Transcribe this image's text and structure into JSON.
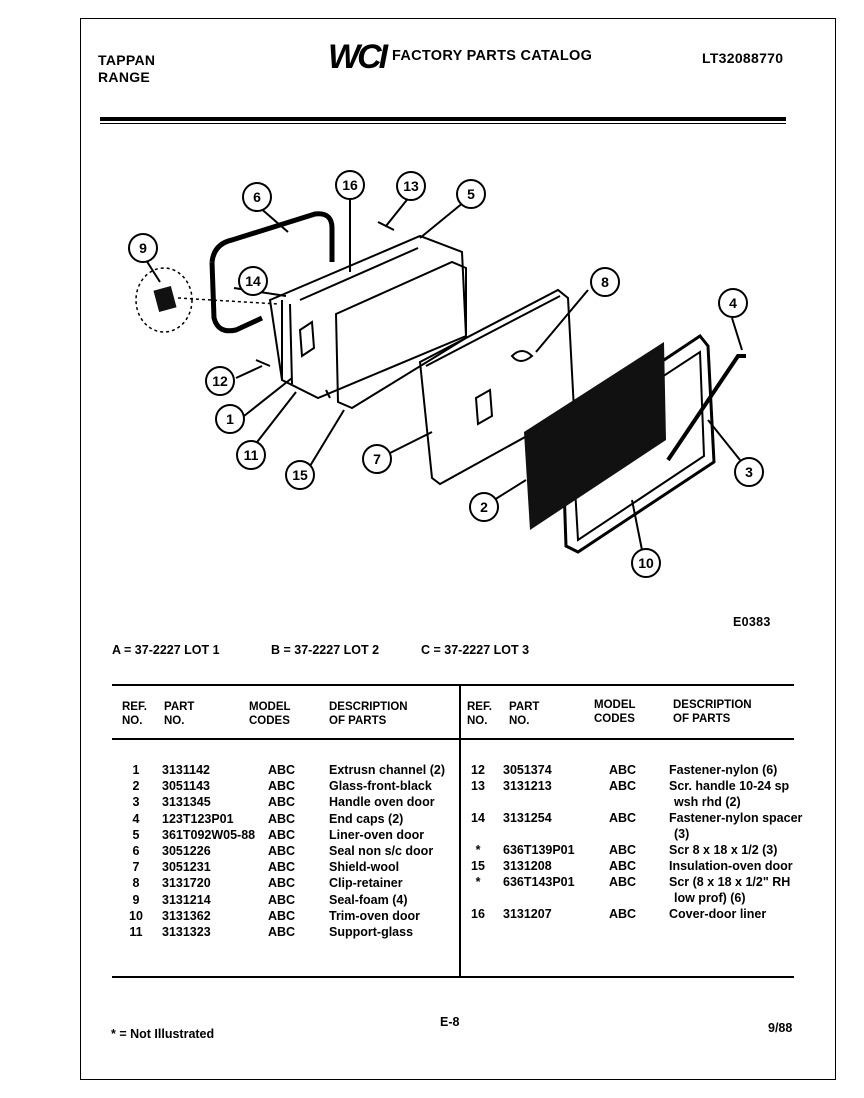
{
  "header": {
    "brand_line1": "TAPPAN",
    "brand_line2": "RANGE",
    "logo_text": "WCI",
    "catalog_title": "FACTORY PARTS CATALOG",
    "catalog_number": "LT32088770"
  },
  "diagram": {
    "code": "E0383",
    "callouts": [
      "1",
      "2",
      "3",
      "4",
      "5",
      "6",
      "7",
      "8",
      "9",
      "10",
      "11",
      "12",
      "13",
      "14",
      "15",
      "16"
    ]
  },
  "models": {
    "a": "A = 37-2227 LOT 1",
    "b": "B = 37-2227 LOT 2",
    "c": "C = 37-2227 LOT 3"
  },
  "table": {
    "headers": {
      "ref": "REF. NO.",
      "part": "PART NO.",
      "model": "MODEL CODES",
      "desc": "DESCRIPTION OF PARTS"
    },
    "left_rows": [
      {
        "ref": "1",
        "part": "3131142",
        "model": "ABC",
        "desc": "Extrusn channel (2)"
      },
      {
        "ref": "2",
        "part": "3051143",
        "model": "ABC",
        "desc": "Glass-front-black"
      },
      {
        "ref": "3",
        "part": "3131345",
        "model": "ABC",
        "desc": "Handle oven door"
      },
      {
        "ref": "4",
        "part": "123T123P01",
        "model": "ABC",
        "desc": "End caps (2)"
      },
      {
        "ref": "5",
        "part": "361T092W05-88",
        "model": "ABC",
        "desc": "Liner-oven door"
      },
      {
        "ref": "6",
        "part": "3051226",
        "model": "ABC",
        "desc": "Seal non s/c door"
      },
      {
        "ref": "7",
        "part": "3051231",
        "model": "ABC",
        "desc": "Shield-wool"
      },
      {
        "ref": "8",
        "part": "3131720",
        "model": "ABC",
        "desc": "Clip-retainer"
      },
      {
        "ref": "9",
        "part": "3131214",
        "model": "ABC",
        "desc": "Seal-foam (4)"
      },
      {
        "ref": "10",
        "part": "3131362",
        "model": "ABC",
        "desc": "Trim-oven door"
      },
      {
        "ref": "11",
        "part": "3131323",
        "model": "ABC",
        "desc": "Support-glass"
      }
    ],
    "right_rows": [
      {
        "ref": "12",
        "part": "3051374",
        "model": "ABC",
        "desc": "Fastener-nylon (6)",
        "desc2": ""
      },
      {
        "ref": "13",
        "part": "3131213",
        "model": "ABC",
        "desc": "Scr. handle 10-24 sp",
        "desc2": "wsh rhd (2)"
      },
      {
        "ref": "14",
        "part": "3131254",
        "model": "ABC",
        "desc": "Fastener-nylon spacer",
        "desc2": "(3)"
      },
      {
        "ref": "*",
        "part": "636T139P01",
        "model": "ABC",
        "desc": "Scr 8 x 18 x 1/2 (3)",
        "desc2": ""
      },
      {
        "ref": "15",
        "part": "3131208",
        "model": "ABC",
        "desc": "Insulation-oven door",
        "desc2": ""
      },
      {
        "ref": "*",
        "part": "636T143P01",
        "model": "ABC",
        "desc": "Scr (8 x 18 x 1/2\" RH",
        "desc2": "low prof) (6)"
      },
      {
        "ref": "16",
        "part": "3131207",
        "model": "ABC",
        "desc": "Cover-door liner",
        "desc2": ""
      }
    ]
  },
  "footer": {
    "note": "* = Not Illustrated",
    "page": "E-8",
    "date": "9/88"
  }
}
